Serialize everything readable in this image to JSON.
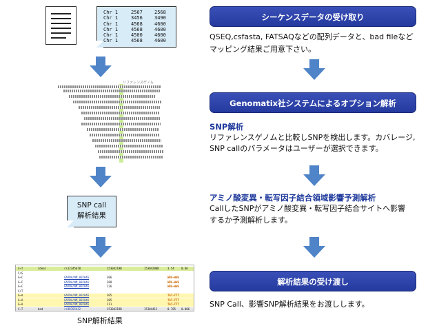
{
  "left": {
    "table_rows": [
      [
        "Chr 1",
        "2567",
        "2568"
      ],
      [
        "Chr 1",
        "3456",
        "3490"
      ],
      [
        "Chr 1",
        "4568",
        "4600"
      ],
      [
        "Chr 1",
        "4568",
        "4600"
      ],
      [
        "Chr 1",
        "4500",
        "4600"
      ],
      [
        "Chr 1",
        "4568",
        "4600"
      ]
    ],
    "alignment_header": "リファレンスゲノム",
    "snp_call_line1": "SNP call",
    "snp_call_line2": "解析結果",
    "result_rows": [
      {
        "kind": "head",
        "cols": [
          "C→T",
          "Ideal",
          "rs12345678",
          "15304219B",
          "15304200B",
          "3.54",
          "0.66"
        ]
      },
      {
        "kind": "plain",
        "cols": [
          "C/G",
          "",
          "",
          "",
          "",
          "",
          ""
        ]
      },
      {
        "kind": "plain",
        "cols": [
          "G→C",
          "",
          "GAPDH/NM_002046",
          "306",
          "",
          "WBG→WWG",
          ""
        ]
      },
      {
        "kind": "plain",
        "cols": [
          "G→C",
          "",
          "GAPDH/NM_002046",
          "308",
          "",
          "WBG→WWG",
          ""
        ]
      },
      {
        "kind": "plain",
        "cols": [
          "G→C",
          "",
          "GAPDH/NM_002046",
          "226",
          "",
          "WBG→WWG",
          ""
        ]
      },
      {
        "kind": "plain",
        "cols": [
          "C/T",
          "",
          "",
          "",
          "",
          "",
          ""
        ]
      },
      {
        "kind": "yellow",
        "cols": [
          "G→A",
          "",
          "GAPDH/NM_002046",
          "305",
          "",
          "TAT→TTT",
          ""
        ]
      },
      {
        "kind": "yellow",
        "cols": [
          "G→A",
          "",
          "GAPDH/NM_002046",
          "305",
          "",
          "TAT→TTT",
          ""
        ]
      },
      {
        "kind": "yellow",
        "cols": [
          "G→A",
          "",
          "GAPDH/NM_002046",
          "211",
          "",
          "TAT→TTT",
          ""
        ]
      },
      {
        "kind": "gray",
        "cols": [
          "C→T",
          "bad",
          "rs98765432",
          "15304219B",
          "15304411",
          "0.785",
          "0.006"
        ]
      }
    ],
    "result_caption": "SNP解析結果"
  },
  "right": {
    "step1_title": "シーケンスデータの受け取り",
    "step1_text_line1": "QSEQ,csfasta, FATSAQなどの配列データと、bad fileなど",
    "step1_text_line2": "マッピング結果ご用意下さい。",
    "step2_title": "Genomatix社システムによるオプション解析",
    "snp_heading": "SNP解析",
    "snp_text_line1": "リファレンスゲノムと比較しSNPを検出します。カバレージ,",
    "snp_text_line2": "SNP callのパラメータはユーザーが選択できます。",
    "effect_heading": "アミノ酸変異・転写因子結合領域影響予測解析",
    "effect_text_line1": "CallしたSNPがアミノ酸変異・転写因子結合サイトへ影響",
    "effect_text_line2": "するか予測解析します。",
    "step3_title": "解析結果の受け渡し",
    "step3_text": "SNP Call、影響SNP解析結果をお渡しします。"
  },
  "colors": {
    "pill": "#2b43a8",
    "arrow": "#4f84c8",
    "doc_fill": "#d8ecf8",
    "highlight": "#c6ec8e"
  }
}
